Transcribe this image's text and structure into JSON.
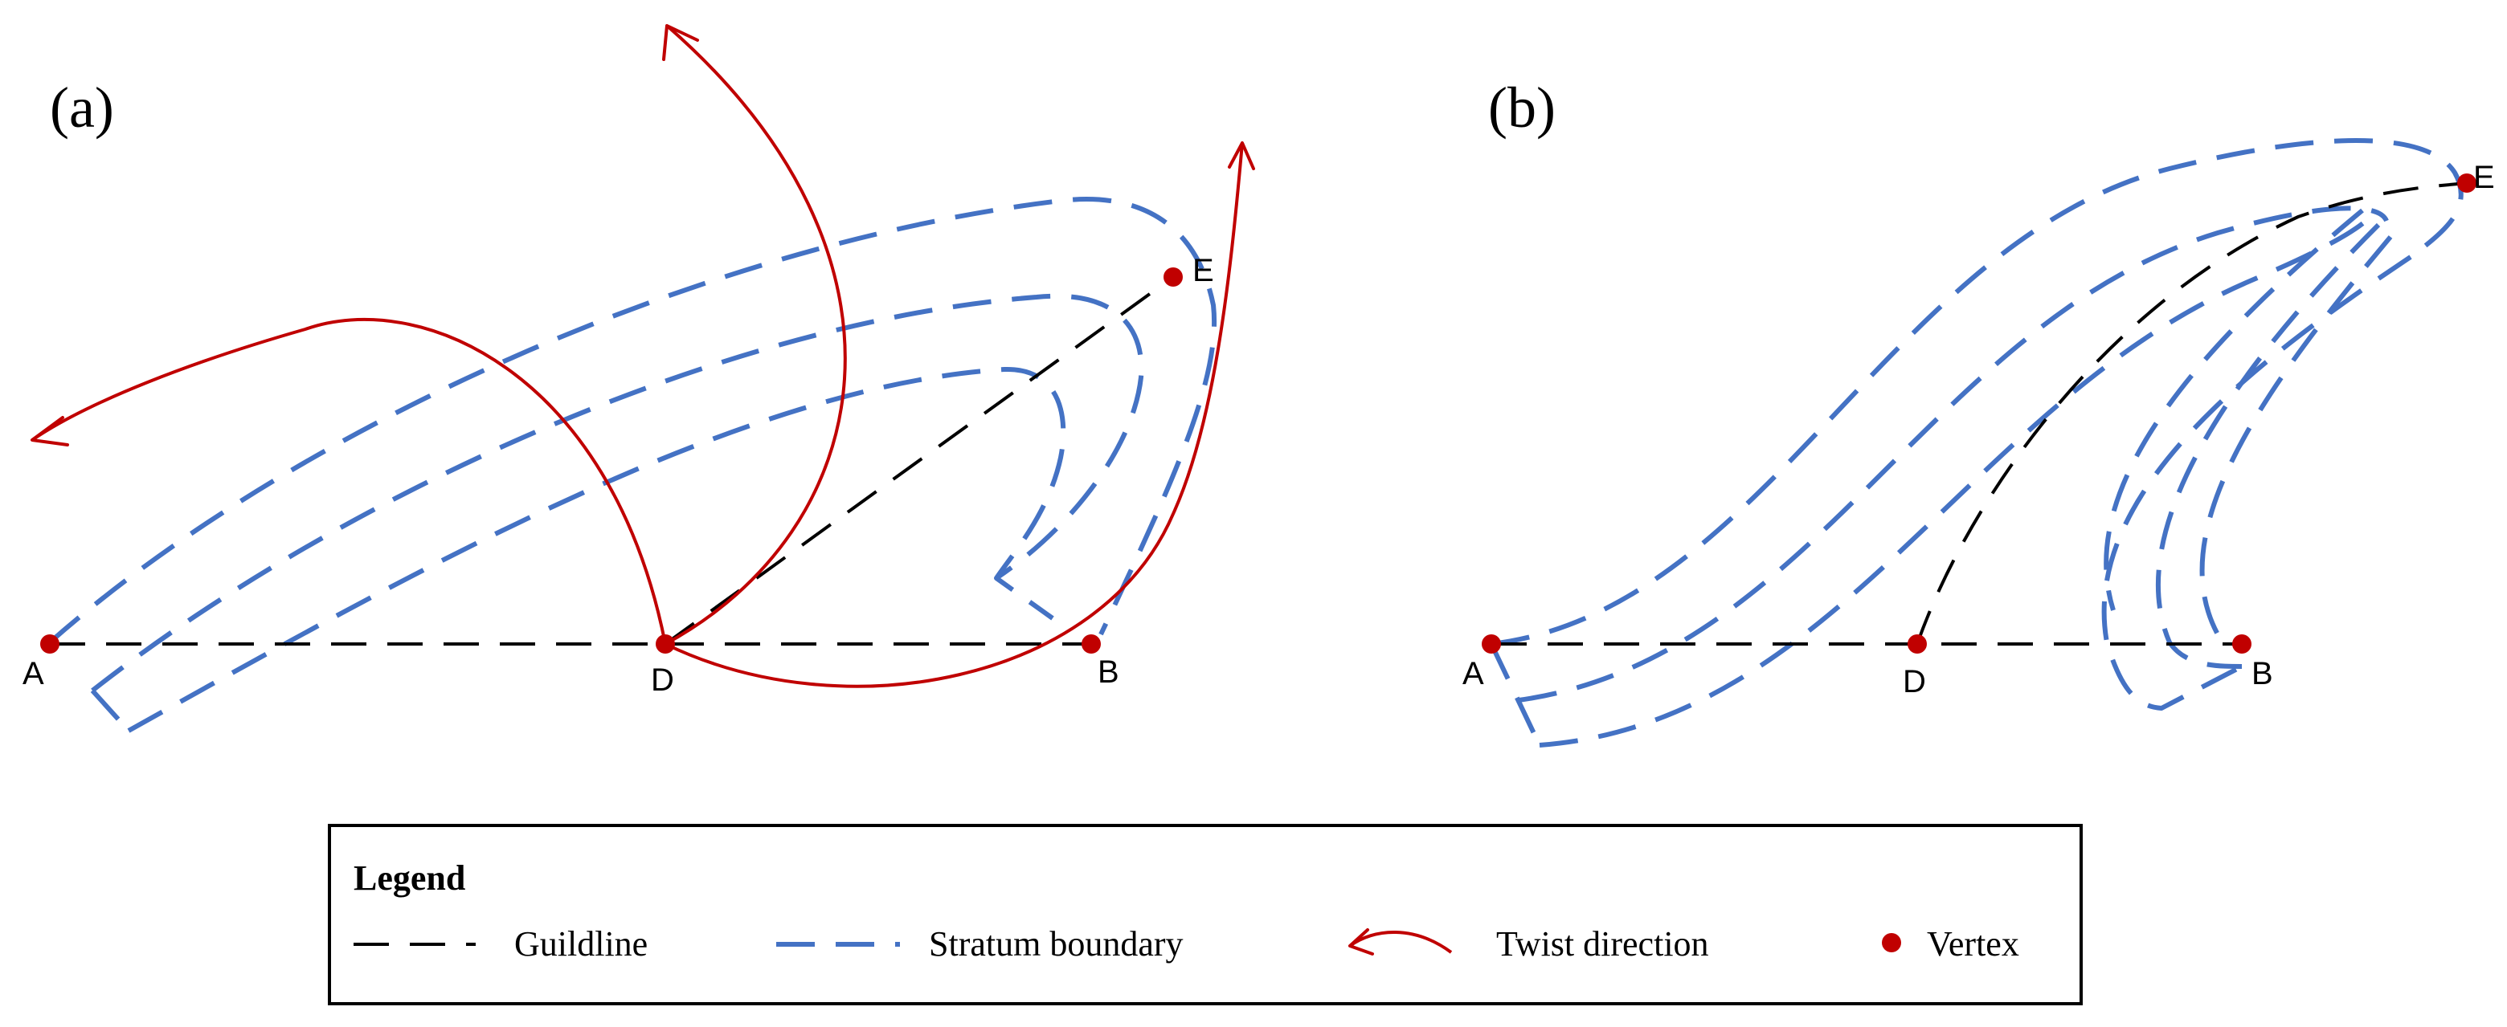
{
  "panels": [
    {
      "label": "(a)",
      "vertices": [
        "A",
        "D",
        "B",
        "E"
      ]
    },
    {
      "label": "(b)",
      "vertices": [
        "A",
        "D",
        "B",
        "E"
      ]
    }
  ],
  "legend": {
    "title": "Legend",
    "items": [
      {
        "label": "Guildline",
        "symbol": "black-dashed-line"
      },
      {
        "label": "Stratum boundary",
        "symbol": "blue-dashed-line"
      },
      {
        "label": "Twist direction",
        "symbol": "red-curved-arrow"
      },
      {
        "label": "Vertex",
        "symbol": "red-dot"
      }
    ]
  },
  "colors": {
    "guideline": "#000000",
    "stratum": "#4472C4",
    "twist": "#C00000",
    "vertex": "#C00000"
  }
}
